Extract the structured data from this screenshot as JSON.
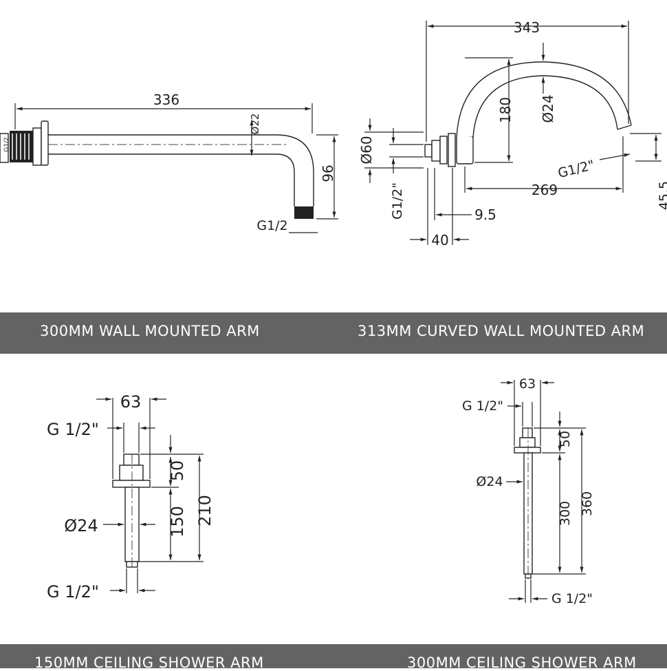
{
  "panels": [
    {
      "title": "300MM WALL MOUNTED ARM",
      "dims": {
        "length": "336",
        "diameter": "Ø22",
        "drop": "96",
        "thread": "G1/2",
        "wall_thread": "G1/2"
      }
    },
    {
      "title": "313MM CURVED WALL MOUNTED ARM",
      "dims": {
        "width": "343",
        "rise": "180",
        "diameter": "Ø24",
        "flange": "Ø60",
        "wall_thread": "G1/2\"",
        "outlet_thread": "G1/2\"",
        "reach": "269",
        "drop": "45.5",
        "gap": "9.5",
        "depth": "40"
      }
    },
    {
      "title": "150MM CEILING SHOWER ARM",
      "dims": {
        "flange": "63",
        "top_thread": "G 1/2\"",
        "upper": "50",
        "lower": "150",
        "total": "210",
        "diameter": "Ø24",
        "bottom_thread": "G 1/2\""
      }
    },
    {
      "title": "300MM CEILING SHOWER ARM",
      "dims": {
        "flange": "63",
        "top_thread": "G 1/2\"",
        "upper": "50",
        "lower": "300",
        "total": "360",
        "diameter": "Ø24",
        "bottom_thread": "G 1/2\""
      }
    }
  ],
  "colors": {
    "band": "#636363",
    "band_text": "#ffffff",
    "line": "#222222"
  }
}
